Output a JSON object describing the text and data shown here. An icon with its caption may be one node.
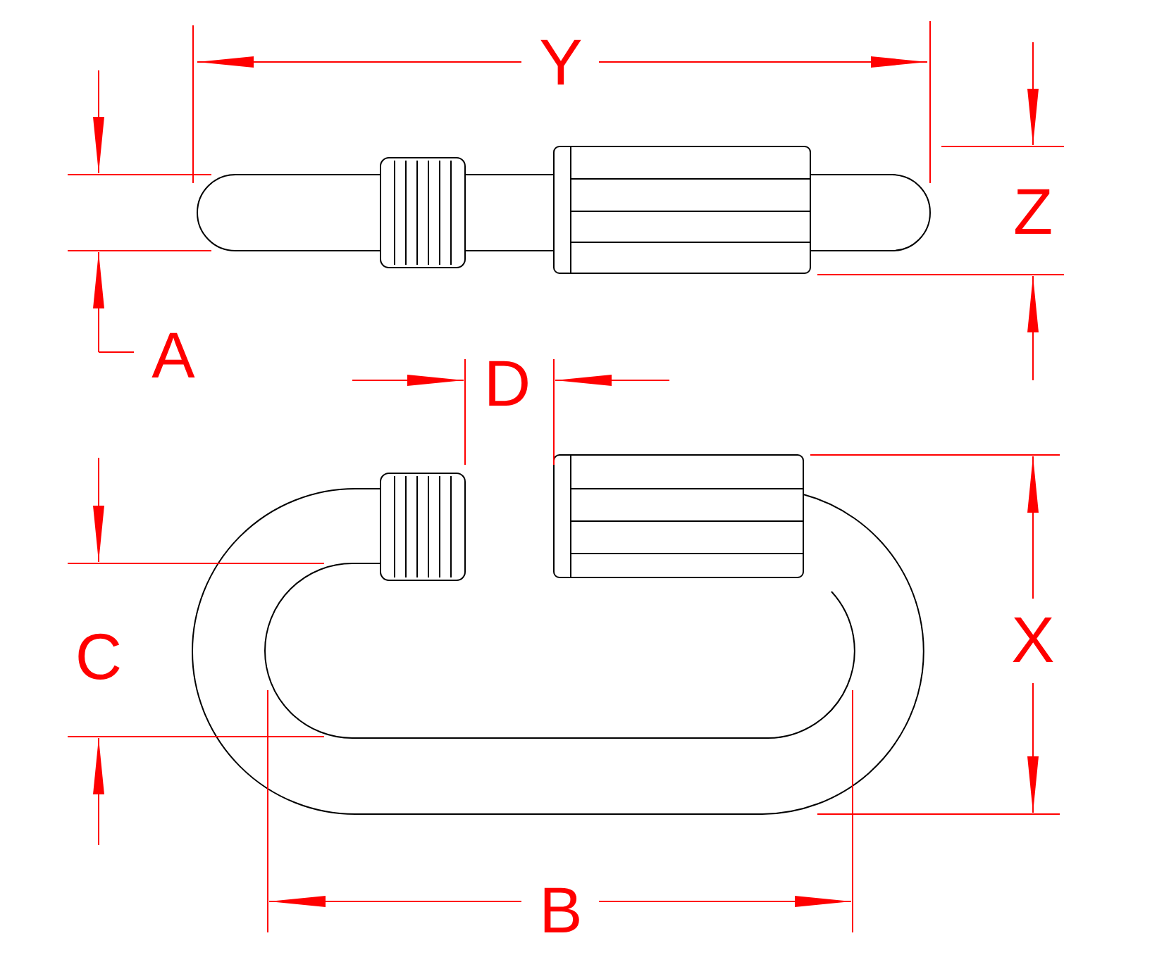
{
  "diagram": {
    "labels": [
      "Y",
      "Z",
      "A",
      "D",
      "C",
      "X",
      "B"
    ]
  }
}
